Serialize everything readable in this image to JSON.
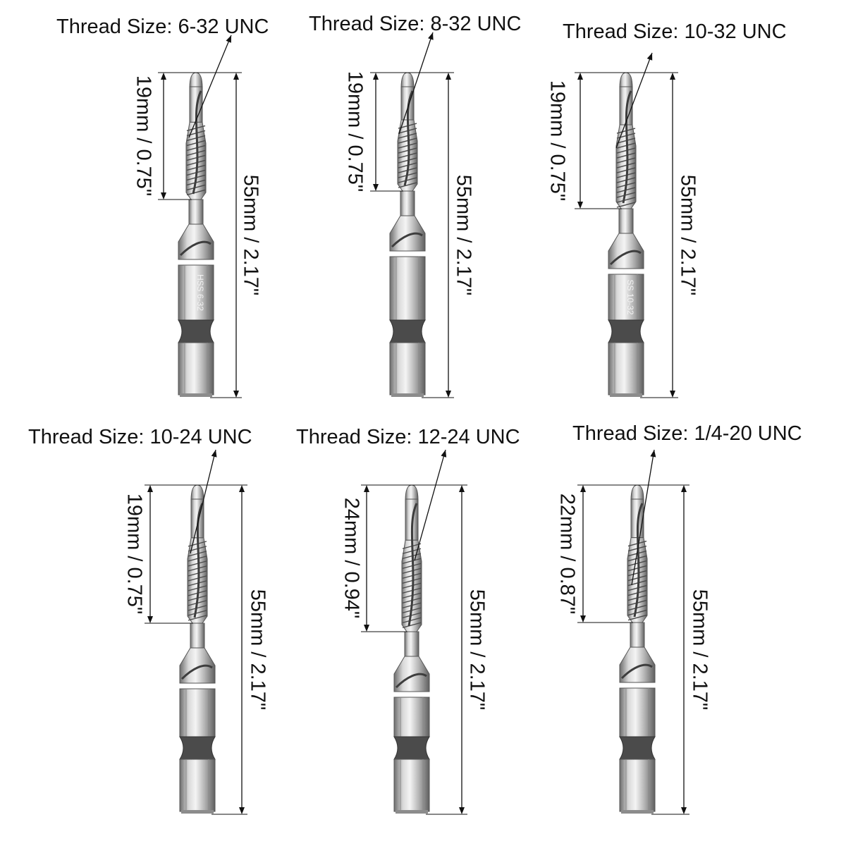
{
  "colors": {
    "ink": "#111111",
    "steel_light": "#e6e6e6",
    "steel_mid": "#a8a8a8",
    "steel_dark": "#6f6f6f"
  },
  "bits": [
    {
      "thread_label": "Thread Size: 6-32 UNC",
      "thread_length_label": "19mm / 0.75\"",
      "total_length_label": "55mm / 2.17\"",
      "shank_marking": "HSS 6-32"
    },
    {
      "thread_label": "Thread Size: 8-32 UNC",
      "thread_length_label": "19mm / 0.75\"",
      "total_length_label": "55mm / 2.17\"",
      "shank_marking": ""
    },
    {
      "thread_label": "Thread Size: 10-32 UNC",
      "thread_length_label": "19mm / 0.75\"",
      "total_length_label": "55mm / 2.17\"",
      "shank_marking": "SS 10-32"
    },
    {
      "thread_label": "Thread Size: 10-24 UNC",
      "thread_length_label": "19mm / 0.75\"",
      "total_length_label": "55mm / 2.17\"",
      "shank_marking": ""
    },
    {
      "thread_label": "Thread Size: 12-24 UNC",
      "thread_length_label": "24mm / 0.94\"",
      "total_length_label": "55mm / 2.17\"",
      "shank_marking": ""
    },
    {
      "thread_label": "Thread Size: 1/4-20 UNC",
      "thread_length_label": "22mm / 0.87\"",
      "total_length_label": "55mm / 2.17\"",
      "shank_marking": ""
    }
  ]
}
